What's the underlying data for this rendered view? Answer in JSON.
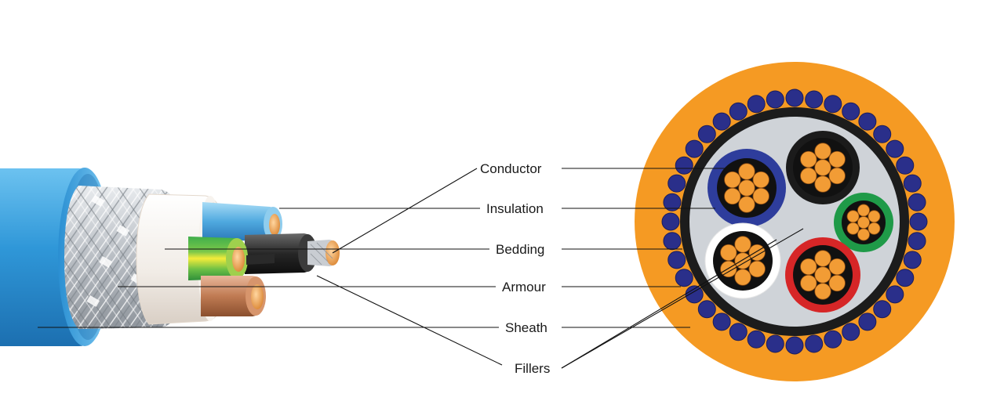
{
  "labels": {
    "conductor": "Conductor",
    "insulation": "Insulation",
    "bedding": "Bedding",
    "armour": "Armour",
    "sheath": "Sheath",
    "fillers": "Fillers"
  },
  "colors": {
    "sheath_blue": "#3aa0dd",
    "sheath_orange": "#f59a23",
    "armour_wire": "#2a2f8a",
    "bedding_grey": "#cfd3d8",
    "copper": "#f29c35",
    "core_blue": "#2e3d9c",
    "core_black": "#1b1b1b",
    "core_green": "#1f9a48",
    "core_red": "#d62627",
    "core_white": "#ffffff"
  }
}
